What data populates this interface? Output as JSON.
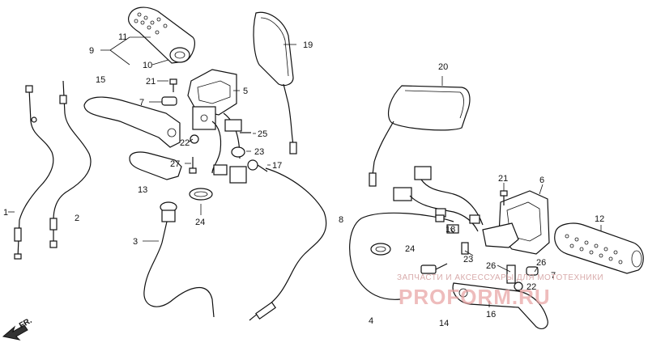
{
  "labels": {
    "l1": "1",
    "l2": "2",
    "l3": "3",
    "l4": "4",
    "l5": "5",
    "l6": "6",
    "l7": "7",
    "l8": "8",
    "l9": "9",
    "l10": "10",
    "l11": "11",
    "l12": "12",
    "l13": "13",
    "l14": "14",
    "l15": "15",
    "l16": "16",
    "l17": "17",
    "l18": "18",
    "l19": "19",
    "l20": "20",
    "l21": "21",
    "l22": "22",
    "l23": "23",
    "l24": "24",
    "l25": "25",
    "l26": "26",
    "l27": "27"
  },
  "direction_label": "FR.",
  "watermark": {
    "tagline": "ЗАПЧАСТИ И АКСЕССУАРЫ ДЛЯ МОТОТЕХНИКИ",
    "site": "PROFORM.RU"
  },
  "colors": {
    "line": "#111111",
    "background": "#ffffff",
    "watermark": "#e7a0a0"
  }
}
